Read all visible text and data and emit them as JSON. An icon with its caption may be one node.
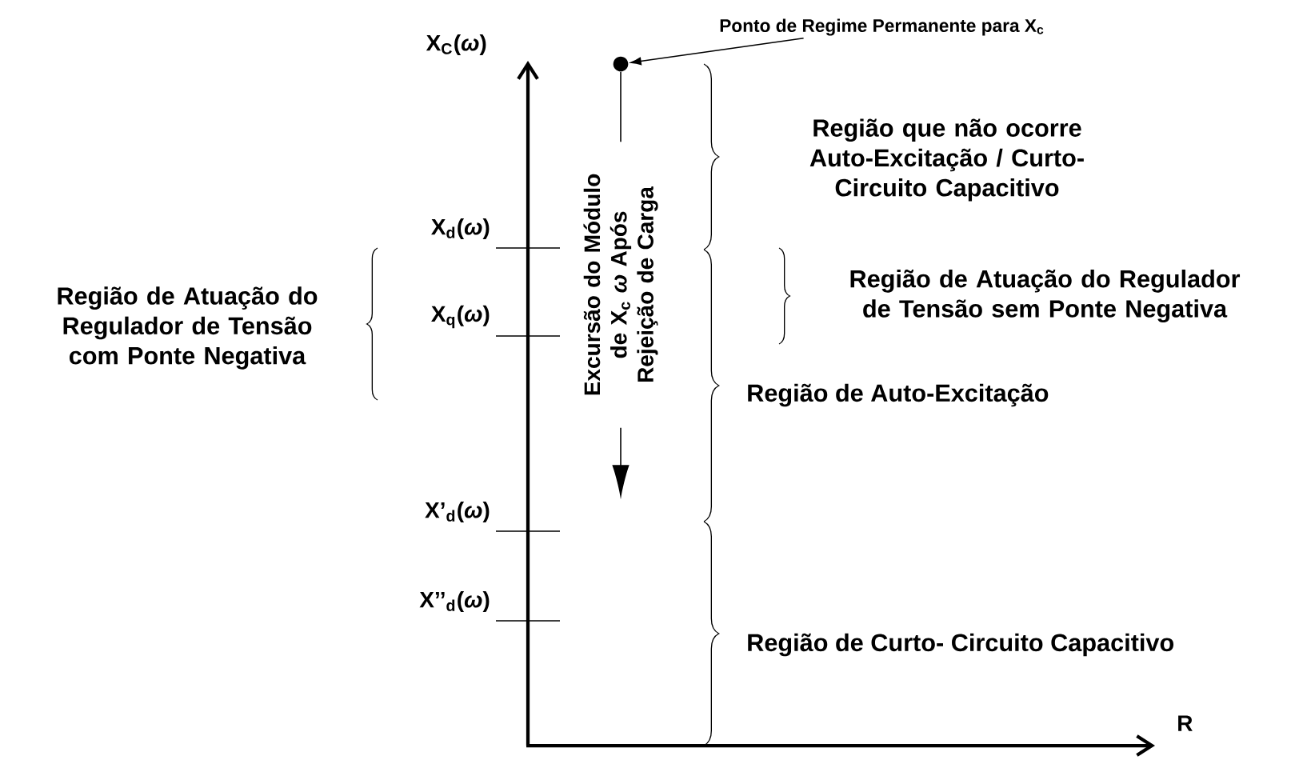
{
  "diagram": {
    "nodes": [
      {
        "text": [
          "Ponto de Regime Permanente para X$_{c}$"
        ]
      },
      {
        "text": [],
        "shape": "circle"
      }
    ],
    "edges": [
      {
        "from": 0,
        "to": 1,
        "arrow": "to"
      },
      {
        "from": 1,
        "to": null,
        "arrow": "to",
        "label": "Excursão do Módulo de X$_{c}$ *ω* Após Rejeição de Carga"
      }
    ],
    "labels": [
      "X$_{C}$(*ω*)",
      "X$_{d}$(*ω*)",
      "X$_{q}$(*ω*)",
      "X’$_{d}$(*ω*)",
      "X’’$_{d}$(*ω*)",
      "R",
      "Região que não ocorre Auto-Excitação / Curto- Circuito Capacitivo",
      "Região de Atuação do Regulador de Tensão sem Ponte Negativa",
      "Região de Atuação do Regulador de Tensão com Ponte Negativa",
      "Região de Auto-Excitação",
      "Região de Curto- Circuito Capacitivo"
    ]
  }
}
